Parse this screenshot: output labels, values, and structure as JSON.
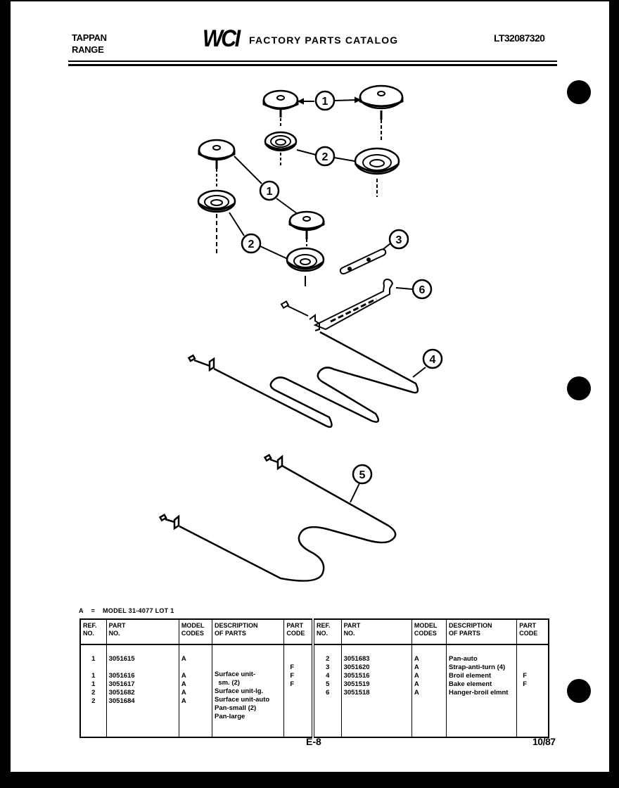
{
  "header": {
    "brand_line1": "TAPPAN",
    "brand_line2": "RANGE",
    "logo": "WCI",
    "title": "FACTORY PARTS CATALOG",
    "catalog_number": "LT32087320"
  },
  "diagram": {
    "callouts": [
      "1",
      "1",
      "2",
      "1",
      "2",
      "3",
      "6",
      "4",
      "5"
    ],
    "parts_depicted": [
      "surface-unit-small",
      "surface-unit-large",
      "drip-pan-small",
      "drip-pan-large",
      "anti-turn-strap",
      "broil-element",
      "bake-element",
      "broil-element-hanger"
    ]
  },
  "model_note": {
    "code": "A",
    "equals": "=",
    "text": "MODEL 31-4077 LOT 1"
  },
  "table": {
    "headers": {
      "ref_l1": "REF.",
      "ref_l2": "NO.",
      "part_l1": "PART",
      "part_l2": "NO.",
      "model_l1": "MODEL",
      "model_l2": "CODES",
      "desc_l1": "DESCRIPTION",
      "desc_l2": "OF PARTS",
      "code_l1": "PART",
      "code_l2": "CODE"
    },
    "left": [
      {
        "ref": "1",
        "part": "3051615",
        "model": "A",
        "desc": "Surface unit-",
        "code": ""
      },
      {
        "ref": "",
        "part": "",
        "model": "",
        "desc": "  sm. (2)",
        "code": "F"
      },
      {
        "ref": "1",
        "part": "3051616",
        "model": "A",
        "desc": "Surface unit-lg.",
        "code": "F"
      },
      {
        "ref": "1",
        "part": "3051617",
        "model": "A",
        "desc": "Surface unit-auto",
        "code": "F"
      },
      {
        "ref": "2",
        "part": "3051682",
        "model": "A",
        "desc": "Pan-small (2)",
        "code": ""
      },
      {
        "ref": "2",
        "part": "3051684",
        "model": "A",
        "desc": "Pan-large",
        "code": ""
      }
    ],
    "right": [
      {
        "ref": "2",
        "part": "3051683",
        "model": "A",
        "desc": "Pan-auto",
        "code": ""
      },
      {
        "ref": "3",
        "part": "3051620",
        "model": "A",
        "desc": "Strap-anti-turn (4)",
        "code": ""
      },
      {
        "ref": "4",
        "part": "3051516",
        "model": "A",
        "desc": "Broil element",
        "code": "F"
      },
      {
        "ref": "5",
        "part": "3051519",
        "model": "A",
        "desc": "Bake element",
        "code": "F"
      },
      {
        "ref": "6",
        "part": "3051518",
        "model": "A",
        "desc": "Hanger-broil elmnt",
        "code": ""
      }
    ]
  },
  "footer": {
    "page_id": "E-8",
    "date": "10/87"
  }
}
